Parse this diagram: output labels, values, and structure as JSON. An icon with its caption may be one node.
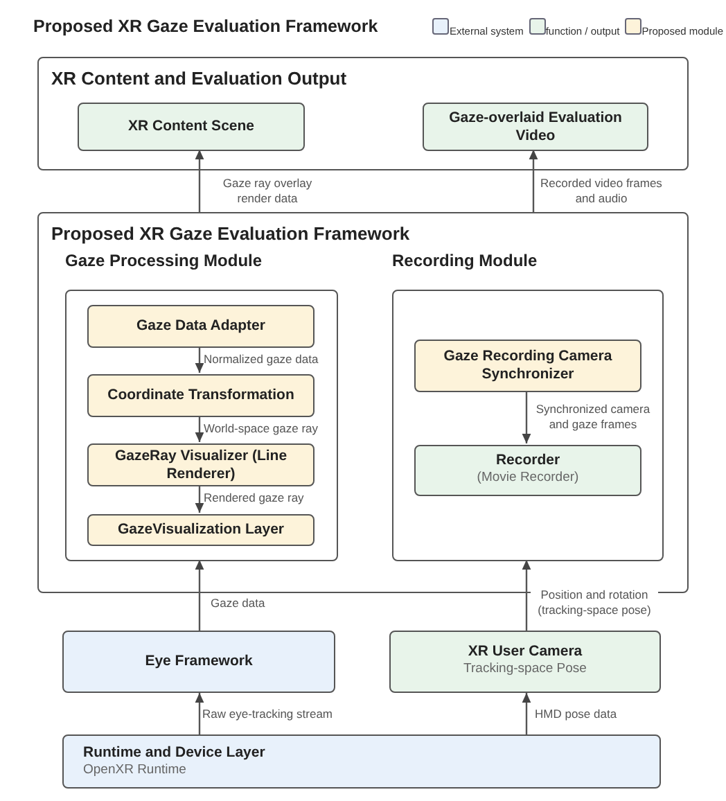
{
  "diagram": {
    "title": "Proposed XR Gaze Evaluation Framework",
    "nodes": [
      {
        "text": [
          "XR Content and Evaluation Output"
        ]
      },
      {
        "text": [
          "XR Content Scene"
        ],
        "in": 0
      },
      {
        "text": [
          "Gaze-overlaid Evaluation Video"
        ],
        "in": 0
      },
      {
        "text": [
          "Proposed XR Gaze Evaluation Framework"
        ]
      },
      {
        "text": [
          "Gaze Processing Module"
        ],
        "in": 3
      },
      {
        "text": [
          "Gaze Data Adapter"
        ],
        "in": 4
      },
      {
        "text": [
          "Coordinate Transformation"
        ],
        "in": 4
      },
      {
        "text": [
          "GazeRay Visualizer (Line Renderer)"
        ],
        "in": 4
      },
      {
        "text": [
          "GazeVisualization Layer"
        ],
        "in": 4
      },
      {
        "text": [
          "Recording Module"
        ],
        "in": 3
      },
      {
        "text": [
          "Gaze Recording Camera Synchronizer"
        ],
        "in": 9
      },
      {
        "text": [
          "Recorder",
          "(Movie Recorder)"
        ],
        "in": 9
      },
      {
        "text": [
          "Eye Framework"
        ]
      },
      {
        "text": [
          "XR User Camera",
          "Tracking-space Pose"
        ]
      },
      {
        "text": [
          "Runtime and Device Layer",
          "OpenXR Runtime"
        ]
      }
    ],
    "edges": [
      {
        "from": 3,
        "to": 1,
        "arrow": "to",
        "label": "Gaze ray overlay render data"
      },
      {
        "from": 3,
        "to": 2,
        "arrow": "to",
        "label": "Recorded video frames and audio"
      },
      {
        "from": 5,
        "to": 6,
        "arrow": "to",
        "label": "Normalized gaze data"
      },
      {
        "from": 6,
        "to": 7,
        "arrow": "to",
        "label": "World-space gaze ray"
      },
      {
        "from": 7,
        "to": 8,
        "arrow": "to",
        "label": "Rendered gaze ray"
      },
      {
        "from": 10,
        "to": 11,
        "arrow": "to",
        "label": "Synchronized camera and gaze frames"
      },
      {
        "from": 12,
        "to": 4,
        "arrow": "to",
        "label": "Gaze data"
      },
      {
        "from": 13,
        "to": 9,
        "arrow": "to",
        "label": "Position and rotation (tracking-space pose)"
      },
      {
        "from": 14,
        "to": 12,
        "arrow": "to",
        "label": "Raw eye-tracking stream"
      },
      {
        "from": 14,
        "to": 13,
        "arrow": "to",
        "label": "HMD pose data"
      }
    ],
    "legend": [
      {
        "text": "External system",
        "color": "#e8f1fb"
      },
      {
        "text": "function / output",
        "color": "#e8f4ea"
      },
      {
        "text": "Proposed module",
        "color": "#fdf3da"
      }
    ]
  }
}
